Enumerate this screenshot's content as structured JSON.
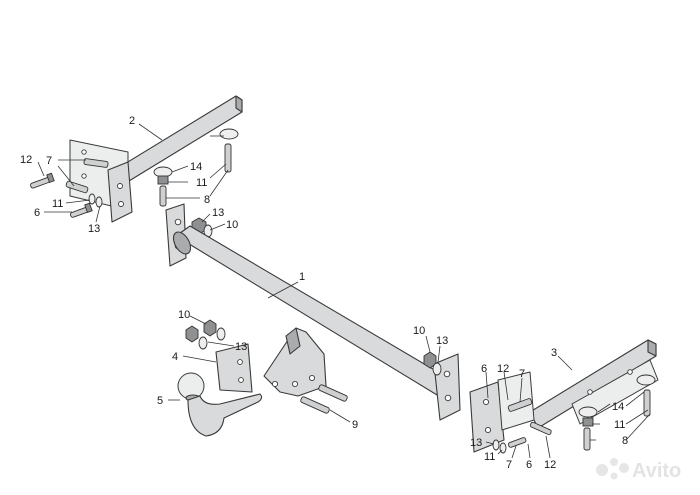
{
  "diagram": {
    "callouts": [
      {
        "id": "c-2-left",
        "label": "2"
      },
      {
        "id": "c-12-left",
        "label": "12"
      },
      {
        "id": "c-7-left",
        "label": "7"
      },
      {
        "id": "c-11-left",
        "label": "11"
      },
      {
        "id": "c-6-left",
        "label": "6"
      },
      {
        "id": "c-13-left",
        "label": "13"
      },
      {
        "id": "c-14-left",
        "label": "14"
      },
      {
        "id": "c-11-left-b",
        "label": "11"
      },
      {
        "id": "c-8-left",
        "label": "8"
      },
      {
        "id": "c-13-mid",
        "label": "13"
      },
      {
        "id": "c-10-mid",
        "label": "10"
      },
      {
        "id": "c-1",
        "label": "1"
      },
      {
        "id": "c-10-ball",
        "label": "10"
      },
      {
        "id": "c-13-ball",
        "label": "13"
      },
      {
        "id": "c-4",
        "label": "4"
      },
      {
        "id": "c-5",
        "label": "5"
      },
      {
        "id": "c-9",
        "label": "9"
      },
      {
        "id": "c-10-right",
        "label": "10"
      },
      {
        "id": "c-13-right",
        "label": "13"
      },
      {
        "id": "c-3",
        "label": "3"
      },
      {
        "id": "c-6-right",
        "label": "6"
      },
      {
        "id": "c-12-right",
        "label": "12"
      },
      {
        "id": "c-7-right",
        "label": "7"
      },
      {
        "id": "c-14-right",
        "label": "14"
      },
      {
        "id": "c-11-right",
        "label": "11"
      },
      {
        "id": "c-8-right",
        "label": "8"
      },
      {
        "id": "c-13-right-b",
        "label": "13"
      },
      {
        "id": "c-11-right-b",
        "label": "11"
      },
      {
        "id": "c-7-right-b",
        "label": "7"
      },
      {
        "id": "c-6-right-b",
        "label": "6"
      },
      {
        "id": "c-12-right-b",
        "label": "12"
      }
    ]
  },
  "watermark": {
    "text": "Avito",
    "icon": "avito-logo-icon"
  }
}
